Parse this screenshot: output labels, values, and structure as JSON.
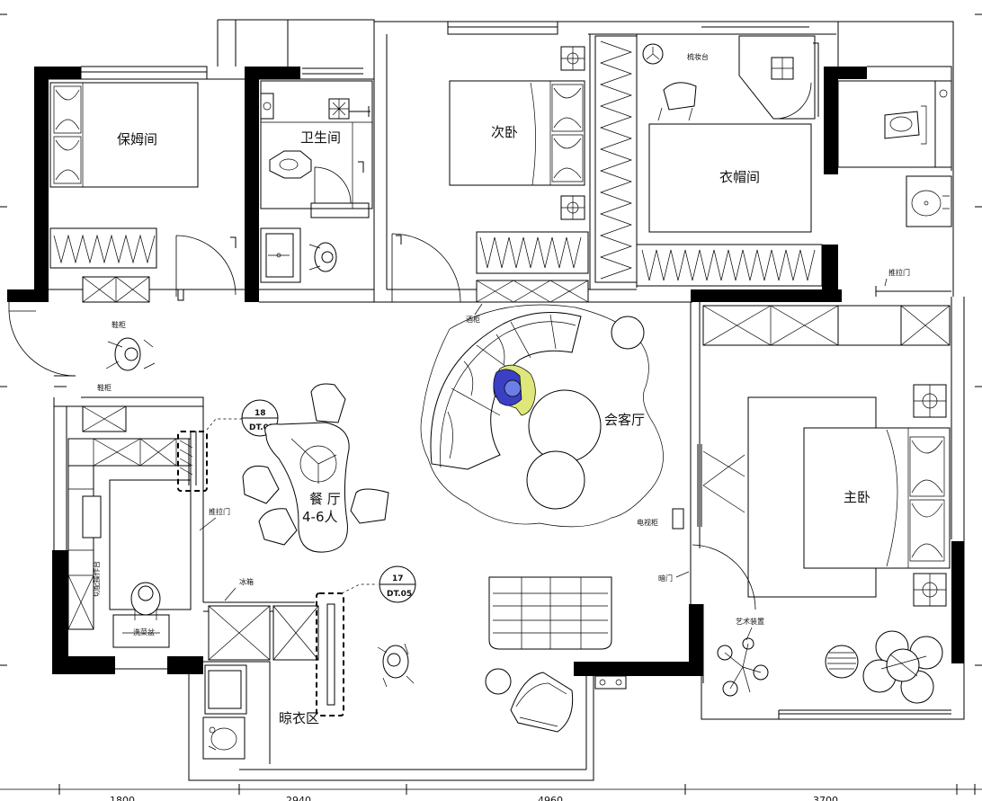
{
  "rooms": {
    "nanny": "保姆间",
    "bathroom": "卫生间",
    "second_bedroom": "次卧",
    "cloakroom": "衣帽间",
    "living": "会客厅",
    "dining": "餐 厅",
    "dining_capacity": "4-6人",
    "master": "主卧",
    "laundry": "晾衣区"
  },
  "labels": {
    "dressing_table": "梳妆台",
    "shoe_cabinet_1": "鞋柜",
    "shoe_cabinet_2": "鞋柜",
    "wine_cabinet": "酒柜",
    "sliding_door_kitchen": "推拉门",
    "sliding_door_master": "推拉门",
    "fridge": "冰箱",
    "tv_cabinet": "电视柜",
    "hidden_door": "暗门",
    "art_installation": "艺术装置",
    "kitchen_counter": "切配操作台",
    "wash_basin": "洗菜盆"
  },
  "callouts": [
    {
      "number": "18",
      "ref": "DT.05"
    },
    {
      "number": "17",
      "ref": "DT.05"
    }
  ],
  "dimensions": [
    "1800",
    "2940",
    "4960",
    "3700"
  ]
}
